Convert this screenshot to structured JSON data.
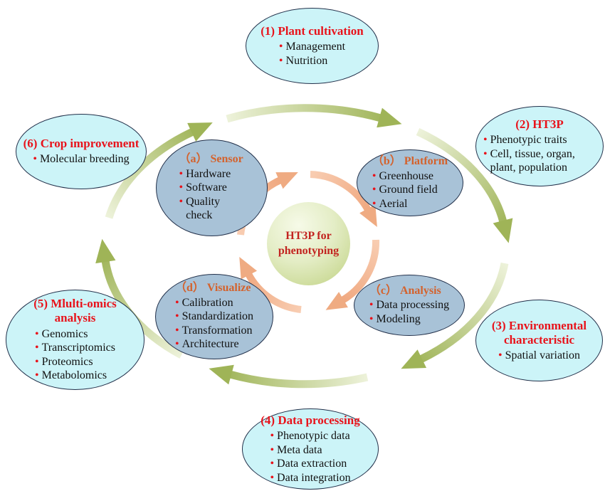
{
  "figure": {
    "center_label": "HT3P for phenotyping"
  },
  "outer_nodes": [
    {
      "title": "(1) Plant cultivation",
      "items": [
        "Management",
        "Nutrition"
      ]
    },
    {
      "title": "(2) HT3P",
      "items": [
        "Phenotypic traits",
        "Cell, tissue, organ, plant, population"
      ]
    },
    {
      "title": "(3) Environmental characteristic",
      "items": [
        "Spatial variation"
      ]
    },
    {
      "title": "(4) Data processing",
      "items": [
        "Phenotypic data",
        "Meta data",
        "Data extraction",
        "Data integration"
      ]
    },
    {
      "title": "(5) Mlulti-omics analysis",
      "items": [
        "Genomics",
        "Transcriptomics",
        "Proteomics",
        "Metabolomics"
      ]
    },
    {
      "title": "(6) Crop improvement",
      "items": [
        "Molecular breeding"
      ]
    }
  ],
  "inner_nodes": [
    {
      "title": "（a） Sensor",
      "items": [
        "Hardware",
        "Software",
        "Quality check"
      ]
    },
    {
      "title": "（b） Platform",
      "items": [
        "Greenhouse",
        "Ground field",
        "Aerial"
      ]
    },
    {
      "title": "（c） Analysis",
      "items": [
        "Data processing",
        "Modeling"
      ]
    },
    {
      "title": "（d） Visualize",
      "items": [
        "Calibration",
        "Standardization",
        "Transformation",
        "Architecture"
      ]
    }
  ],
  "icons": {
    "bullet": "•"
  },
  "colors": {
    "outer-fill": "#ccf4f8",
    "inner-fill": "#a8c2d7",
    "node-border": "#22304a",
    "title-red": "#e8131b",
    "inner-title-orange": "#d4622c",
    "body-text": "#111111",
    "green-arrow-light": "#edf2da",
    "green-arrow-dark": "#a3b75e",
    "green-arrow-head": "#9fb457",
    "orange-arrow-light": "#f8cdb2",
    "orange-arrow-dark": "#f0a981",
    "orange-arrow-head": "#efab82",
    "center-circle-light": "#f6fae8",
    "center-circle-dark": "#bfd180",
    "center-text": "#c2231f"
  }
}
